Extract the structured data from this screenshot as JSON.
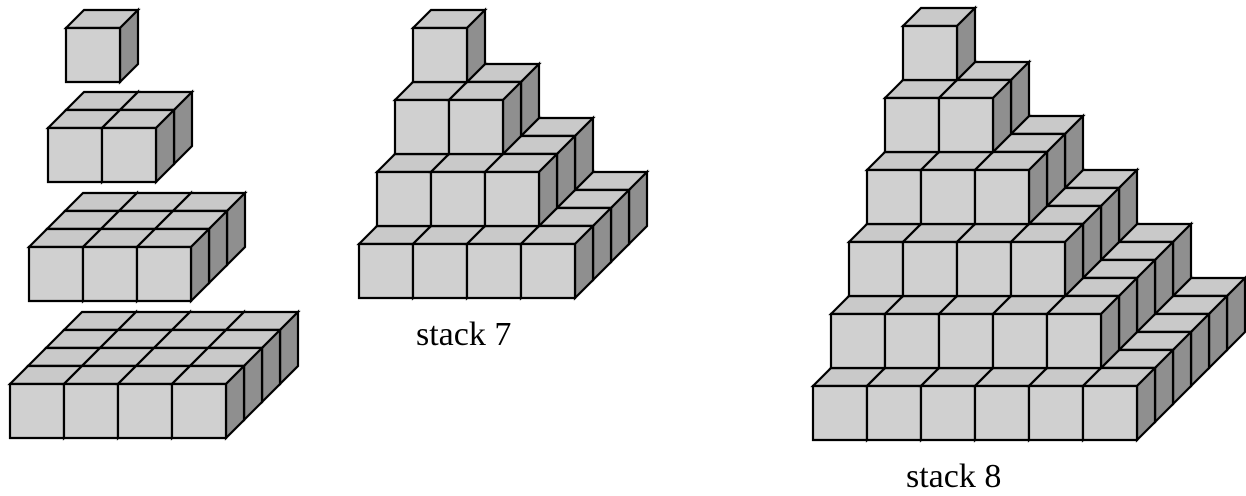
{
  "colors": {
    "cube_front": "#d0d0d0",
    "cube_top": "#c9c9c9",
    "cube_side": "#8f8f8f",
    "edge": "#000000",
    "background": "#ffffff"
  },
  "layers_exploded": [
    {
      "name": "layer-1x1",
      "size": 1
    },
    {
      "name": "layer-2x2",
      "size": 2
    },
    {
      "name": "layer-3x3",
      "size": 3
    },
    {
      "name": "layer-4x4",
      "size": 4
    }
  ],
  "stacks": [
    {
      "name": "stack-7",
      "layers": 4,
      "label": "stack 7"
    },
    {
      "name": "stack-8",
      "layers": 6,
      "label": "stack 8"
    }
  ]
}
